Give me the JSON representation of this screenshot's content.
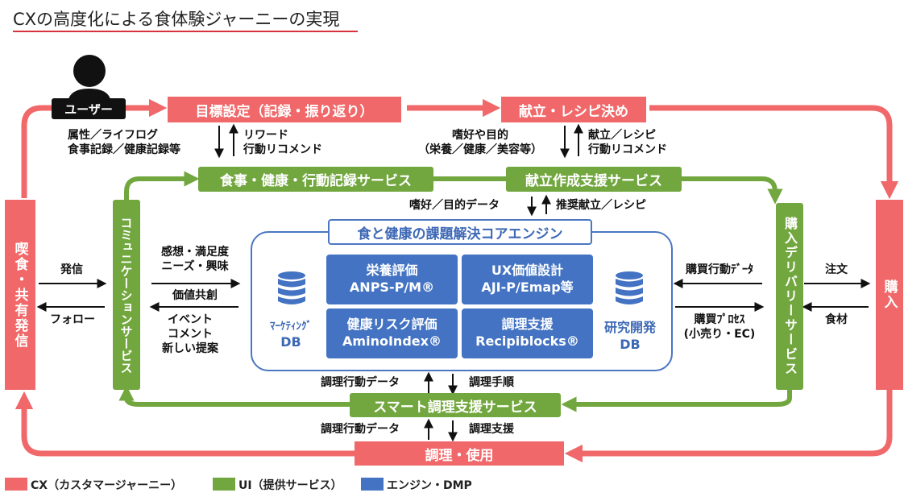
{
  "title": "CXの高度化による食体験ジャーニーの実現",
  "user_label": "ユーザー",
  "cx": {
    "goal": "目標設定（記録・振り返り）",
    "menu": "献立・レシピ決め",
    "purchase": "購入",
    "cook": "調理・使用",
    "share": "喫食・共有発信"
  },
  "ui": {
    "record": "食事・健康・行動記録サービス",
    "menu_support": "献立作成支援サービス",
    "delivery": "購入デリバリーサービス",
    "smart_cook": "スマート調理支援サービス",
    "community": "コミュニケーションサービス"
  },
  "engine": {
    "title": "食と健康の課題解決コアエンジン",
    "cells": [
      {
        "line1": "栄養評価",
        "line2": "ANPS-P/M®"
      },
      {
        "line1": "UX価値設計",
        "line2": "AJI-P/Emap等"
      },
      {
        "line1": "健康リスク評価",
        "line2": "AminoIndex®"
      },
      {
        "line1": "調理支援",
        "line2": "Recipiblocks®"
      }
    ],
    "db_left_line1": "ﾏｰｹﾃｨﾝｸﾞ",
    "db_left_line2": "DB",
    "db_right_line1": "研究開発",
    "db_right_line2": "DB"
  },
  "labels": {
    "attr1": "属性／ライフログ",
    "attr2": "食事記録／健康記録等",
    "reward1": "リワード",
    "reward2": "行動リコメンド",
    "pref1": "嗜好や目的",
    "pref2": "（栄養／健康／美容等）",
    "menu1": "献立／レシピ",
    "menu2": "行動リコメンド",
    "pref_data": "嗜好／目的データ",
    "rec_menu": "推奨献立／レシピ",
    "impress1": "感想・満足度",
    "impress2": "ニーズ・興味",
    "cocreate": "価値共創",
    "event1": "イベント",
    "event2": "コメント",
    "event3": "新しい提案",
    "send": "発信",
    "follow": "フォロー",
    "buy_data": "購買行動ﾃﾞｰﾀ",
    "buy_process1": "購買ﾌﾟﾛｾｽ",
    "buy_process2": "(小売り・EC)",
    "order": "注文",
    "ingredient": "食材",
    "cook_data_upper": "調理行動データ",
    "cook_steps": "調理手順",
    "cook_data_lower": "調理行動データ",
    "cook_support": "調理支援"
  },
  "legend": [
    {
      "label": "CX（カスタマージャーニー）",
      "color": "#f0686a"
    },
    {
      "label": "UI（提供サービス）",
      "color": "#72a73f"
    },
    {
      "label": "エンジン・DMP",
      "color": "#4373c2"
    }
  ],
  "colors": {
    "cx": "#f0686a",
    "ui": "#72a73f",
    "engine": "#4373c2"
  }
}
